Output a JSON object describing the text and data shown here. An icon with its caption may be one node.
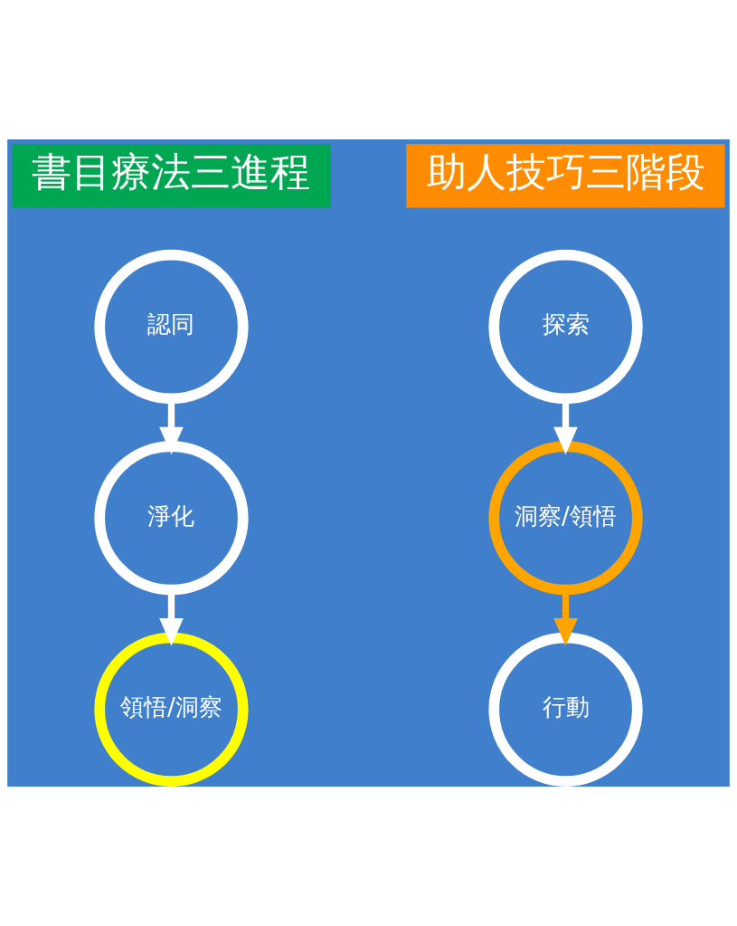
{
  "diagram": {
    "nodes": [
      {
        "text": [
          "書目療法三進程"
        ]
      },
      {
        "text": [
          "認同"
        ]
      },
      {
        "text": [
          "淨化"
        ]
      },
      {
        "text": [
          "領悟/洞察"
        ]
      },
      {
        "text": [
          "助人技巧三階段"
        ]
      },
      {
        "text": [
          "探索"
        ]
      },
      {
        "text": [
          "洞察/領悟"
        ]
      },
      {
        "text": [
          "行動"
        ]
      }
    ],
    "edges": [
      {
        "from": 1,
        "to": 2,
        "arrow": "to"
      },
      {
        "from": 2,
        "to": 3,
        "arrow": "to"
      },
      {
        "from": 5,
        "to": 6,
        "arrow": "to"
      },
      {
        "from": 6,
        "to": 7,
        "arrow": "to",
        "color": "#ffa500"
      }
    ]
  }
}
